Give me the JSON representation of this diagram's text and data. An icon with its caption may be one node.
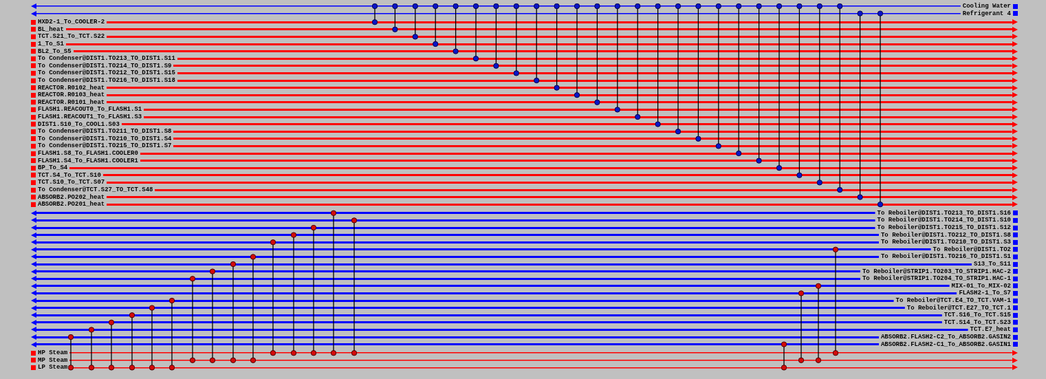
{
  "diagram": {
    "nodes": [
      {
        "text": [
          "Cooling Water"
        ]
      },
      {
        "text": [
          "Refrigerant 4"
        ]
      },
      {
        "text": [
          "HXD2-1_To_COOLER-2"
        ]
      },
      {
        "text": [
          "BL_heat"
        ]
      },
      {
        "text": [
          "TCT.S21_To_TCT.S22"
        ]
      },
      {
        "text": [
          "1_To_S1"
        ]
      },
      {
        "text": [
          "BL2_To_S5"
        ]
      },
      {
        "text": [
          "To Condenser@DIST1.TO213_TO_DIST1.S11"
        ]
      },
      {
        "text": [
          "To Condenser@DIST1.TO214_TO_DIST1.S9"
        ]
      },
      {
        "text": [
          "To Condenser@DIST1.TO212_TO_DIST1.S15"
        ]
      },
      {
        "text": [
          "To Condenser@DIST1.TO216_TO_DIST1.S18"
        ]
      },
      {
        "text": [
          "REACTOR.R0102_heat"
        ]
      },
      {
        "text": [
          "REACTOR.R0103_heat"
        ]
      },
      {
        "text": [
          "REACTOR.R0101_heat"
        ]
      },
      {
        "text": [
          "FLASH1.REACOUT0_To_FLASH1.S1"
        ]
      },
      {
        "text": [
          "FLASH1.REACOUT1_To_FLASH1.S3"
        ]
      },
      {
        "text": [
          "DIST1.S10_To_COOL1.S03"
        ]
      },
      {
        "text": [
          "To Condenser@DIST1.TO211_TO_DIST1.S8"
        ]
      },
      {
        "text": [
          "To Condenser@DIST1.TO210_TO_DIST1.S4"
        ]
      },
      {
        "text": [
          "To Condenser@DIST1.TO215_TO_DIST1.S7"
        ]
      },
      {
        "text": [
          "FLASH1.S8_To_FLASH1.COOLER0"
        ]
      },
      {
        "text": [
          "FLASH1.S4_To_FLASH1.COOLER1"
        ]
      },
      {
        "text": [
          "BP_To_S4"
        ]
      },
      {
        "text": [
          "TCT.S4_To_TCT.S10"
        ]
      },
      {
        "text": [
          "TCT.S10_To_TCT.S07"
        ]
      },
      {
        "text": [
          "To Condenser@TCT.S27_TO_TCT.S48"
        ]
      },
      {
        "text": [
          "ABSORB2.PO202_heat"
        ]
      },
      {
        "text": [
          "ABSORB2.PO201_heat"
        ]
      },
      {
        "text": [
          "To Reboiler@DIST1.TO213_TO_DIST1.S16"
        ]
      },
      {
        "text": [
          "To Reboiler@DIST1.TO214_TO_DIST1.S10"
        ]
      },
      {
        "text": [
          "To Reboiler@DIST1.TO215_TO_DIST1.S12"
        ]
      },
      {
        "text": [
          "To Reboiler@DIST1.TO212_TO_DIST1.S8"
        ]
      },
      {
        "text": [
          "To Reboiler@DIST1.TO210_TO_DIST1.S3"
        ]
      },
      {
        "text": [
          "To Reboiler@DIST1.TO2"
        ]
      },
      {
        "text": [
          "To Reboiler@DIST1.TO216_TO_DIST1.S1"
        ]
      },
      {
        "text": [
          "S13_To_S11"
        ]
      },
      {
        "text": [
          "To Reboiler@STRIP1.TO203_TO_STRIP1.HAC-2"
        ]
      },
      {
        "text": [
          "To Reboiler@STRIP1.TO204_TO_STRIP1.HAC-1"
        ]
      },
      {
        "text": [
          "MIX-01_To_MIX-02"
        ]
      },
      {
        "text": [
          "FLASH2-1_To_S7"
        ]
      },
      {
        "text": [
          "To Reboiler@TCT.E4_TO_TCT.VAM-1"
        ]
      },
      {
        "text": [
          "To Reboiler@TCT.E27_TO_TCT.1"
        ]
      },
      {
        "text": [
          "TCT.S16_To_TCT.S15"
        ]
      },
      {
        "text": [
          "TCT.S14_To_TCT.S23"
        ]
      },
      {
        "text": [
          "TCT.E7_heat"
        ]
      },
      {
        "text": [
          "ABSORB2.FLASH2-C2_To_ABSORB2.GASIN2"
        ]
      },
      {
        "text": [
          "ABSORB2.FLASH2-C1_To_ABSORB2.GASIN1"
        ]
      },
      {
        "text": [
          "HP Steam"
        ]
      },
      {
        "text": [
          "MP Steam"
        ]
      },
      {
        "text": [
          "LP Steam"
        ]
      }
    ],
    "edges": [
      {
        "from": 2,
        "to": 0,
        "arrow": "other"
      },
      {
        "from": 3,
        "to": 0,
        "arrow": "other"
      },
      {
        "from": 4,
        "to": 0,
        "arrow": "other"
      },
      {
        "from": 5,
        "to": 0,
        "arrow": "other"
      },
      {
        "from": 6,
        "to": 0,
        "arrow": "other"
      },
      {
        "from": 7,
        "to": 0,
        "arrow": "other"
      },
      {
        "from": 8,
        "to": 0,
        "arrow": "other"
      },
      {
        "from": 9,
        "to": 0,
        "arrow": "other"
      },
      {
        "from": 10,
        "to": 0,
        "arrow": "other"
      },
      {
        "from": 11,
        "to": 0,
        "arrow": "other"
      },
      {
        "from": 12,
        "to": 0,
        "arrow": "other"
      },
      {
        "from": 13,
        "to": 0,
        "arrow": "other"
      },
      {
        "from": 14,
        "to": 0,
        "arrow": "other"
      },
      {
        "from": 15,
        "to": 0,
        "arrow": "other"
      },
      {
        "from": 16,
        "to": 0,
        "arrow": "other"
      },
      {
        "from": 17,
        "to": 0,
        "arrow": "other"
      },
      {
        "from": 18,
        "to": 0,
        "arrow": "other"
      },
      {
        "from": 19,
        "to": 0,
        "arrow": "other"
      },
      {
        "from": 20,
        "to": 0,
        "arrow": "other"
      },
      {
        "from": 21,
        "to": 0,
        "arrow": "other"
      },
      {
        "from": 22,
        "to": 0,
        "arrow": "other"
      },
      {
        "from": 23,
        "to": 0,
        "arrow": "other"
      },
      {
        "from": 24,
        "to": 0,
        "arrow": "other"
      },
      {
        "from": 25,
        "to": 0,
        "arrow": "other"
      },
      {
        "from": 26,
        "to": 1,
        "arrow": "other"
      },
      {
        "from": 27,
        "to": 1,
        "arrow": "other"
      },
      {
        "from": 49,
        "to": 45,
        "arrow": "other"
      },
      {
        "from": 49,
        "to": 44,
        "arrow": "other"
      },
      {
        "from": 49,
        "to": 43,
        "arrow": "other"
      },
      {
        "from": 49,
        "to": 42,
        "arrow": "other"
      },
      {
        "from": 49,
        "to": 41,
        "arrow": "other"
      },
      {
        "from": 49,
        "to": 40,
        "arrow": "other"
      },
      {
        "from": 48,
        "to": 37,
        "arrow": "other"
      },
      {
        "from": 48,
        "to": 36,
        "arrow": "other"
      },
      {
        "from": 48,
        "to": 35,
        "arrow": "other"
      },
      {
        "from": 48,
        "to": 34,
        "arrow": "other"
      },
      {
        "from": 47,
        "to": 32,
        "arrow": "other"
      },
      {
        "from": 47,
        "to": 31,
        "arrow": "other"
      },
      {
        "from": 47,
        "to": 30,
        "arrow": "other"
      },
      {
        "from": 47,
        "to": 28,
        "arrow": "other"
      },
      {
        "from": 47,
        "to": 29,
        "arrow": "other"
      },
      {
        "from": 49,
        "to": 46,
        "arrow": "other"
      },
      {
        "from": 48,
        "to": 39,
        "arrow": "other"
      },
      {
        "from": 48,
        "to": 38,
        "arrow": "other"
      },
      {
        "from": 47,
        "to": 33,
        "arrow": "other"
      }
    ]
  }
}
